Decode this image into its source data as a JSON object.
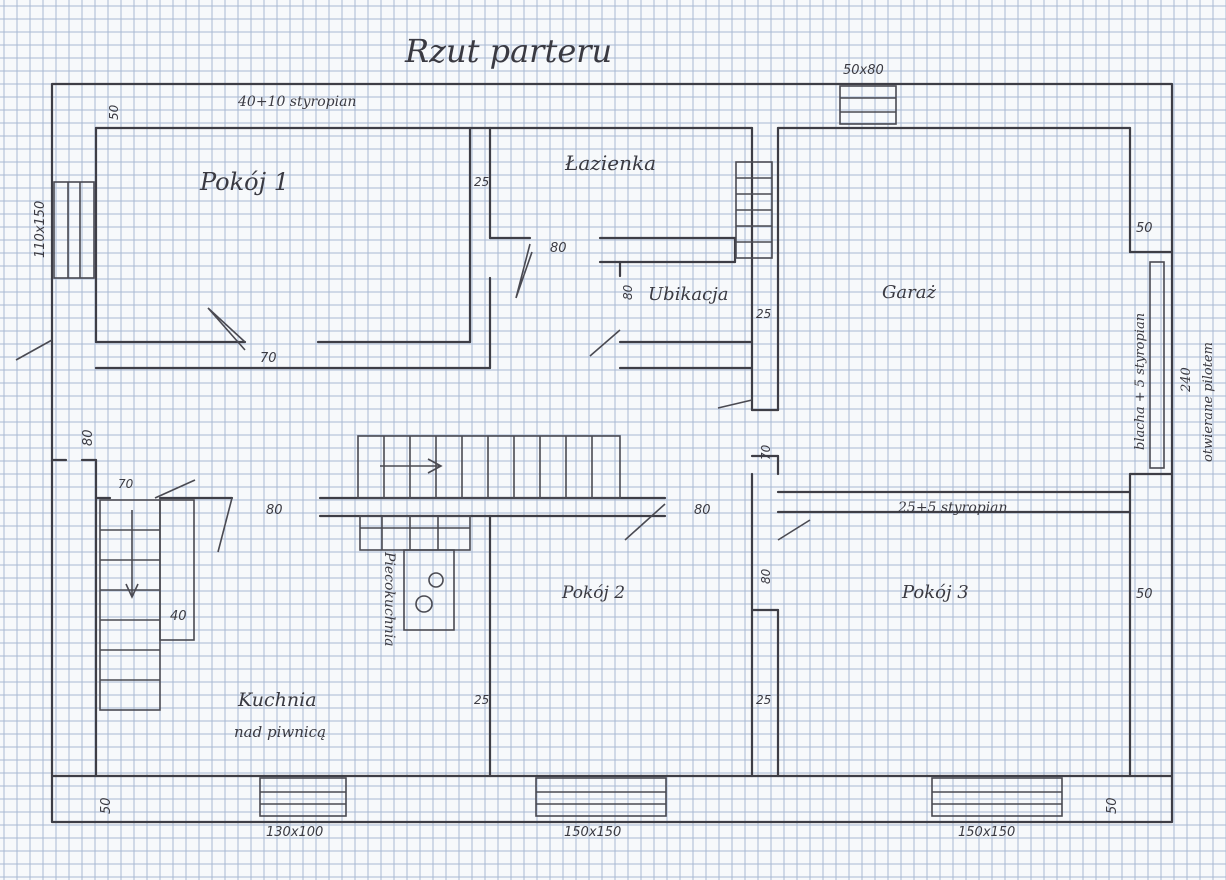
{
  "title": "Rzut parteru",
  "rooms": {
    "pokoj1": "Pokój 1",
    "lazienka": "Łazienka",
    "ubikacja": "Ubikacja",
    "garaz": "Garaż",
    "pokoj2": "Pokój 2",
    "pokoj3": "Pokój 3",
    "kuchnia_line1": "Kuchnia",
    "kuchnia_line2": "nad piwnicą",
    "pieco_kuchnia": "Piecokuchnia"
  },
  "notes": {
    "outer_insulation": "40+10 styropian",
    "interior_insulation": "25+5 styropian",
    "garage_wall": "blacha + 5 styropian",
    "garage_door_size": "240",
    "garage_door_type": "otwierane pilotem"
  },
  "windows": {
    "top": "50x80",
    "left": "110x150",
    "bottom_left": "130x100",
    "bottom_mid": "150x150",
    "bottom_right": "150x150"
  },
  "dimensions": {
    "d_50_top_left": "50",
    "d_25_wall1": "25",
    "d_80_door_lazienka": "80",
    "d_80_ubikacja": "80",
    "d_25_garage_wall": "25",
    "d_50_garage_right": "50",
    "d_70_pokoj1_door": "70",
    "d_80_left": "80",
    "d_70_kitchen": "70",
    "d_80_kitchen_door": "80",
    "d_80_stairs_door": "80",
    "d_70_garage_door": "70",
    "d_80_pokoj2": "80",
    "d_40_stairs": "40",
    "d_25_pokoj2": "25",
    "d_25_pokoj3": "25",
    "d_50_pokoj3_right": "50",
    "d_50_bottom_left": "50",
    "d_50_bottom_right": "50"
  }
}
